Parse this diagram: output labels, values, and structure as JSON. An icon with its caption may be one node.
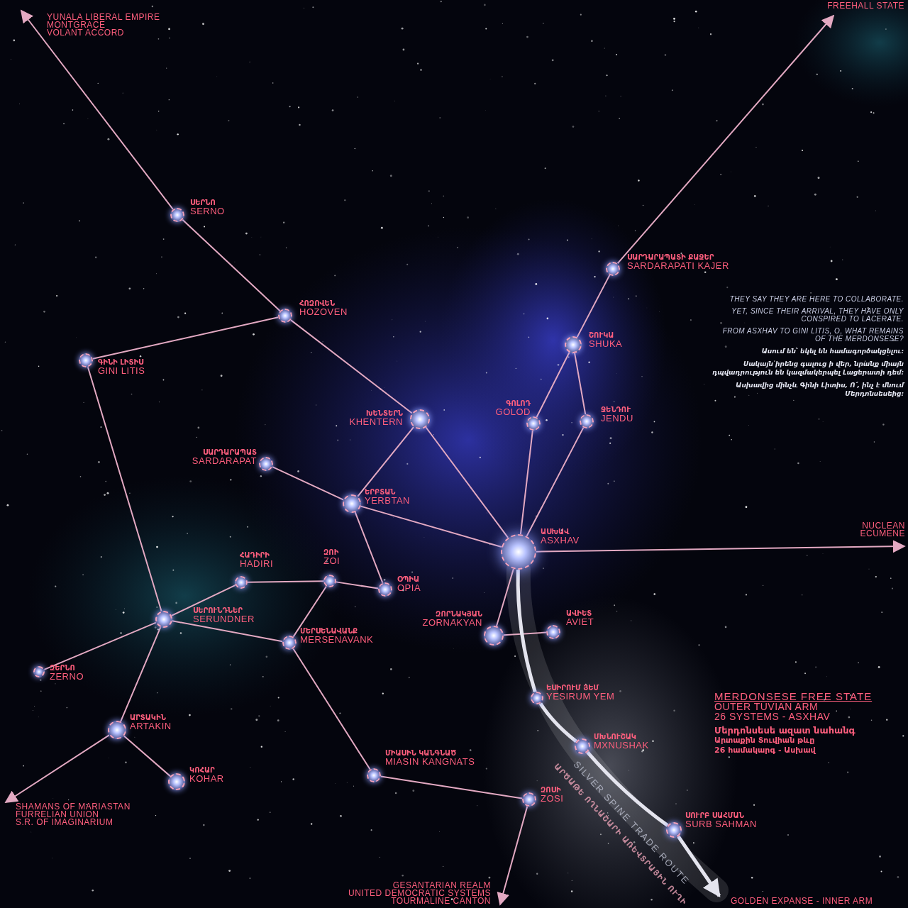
{
  "diagram": {
    "nodes": [
      {
        "text": [],
        "shape": "circle",
        "beside": [
          "ՍԵՐՆՈ",
          "SERNO"
        ]
      },
      {
        "text": [],
        "shape": "circle",
        "beside": [
          "ՀՈԶՈՎԵՆ",
          "HOZOVEN"
        ]
      },
      {
        "text": [],
        "shape": "circle",
        "beside": [
          "ԳԻՆԻ ԼԻՏԻՍ",
          "GINI LITIS"
        ]
      },
      {
        "text": [],
        "shape": "circle",
        "beside": [
          "ԽԵՆՏԵՐՆ",
          "KHENTERN"
        ]
      },
      {
        "text": [],
        "shape": "circle",
        "beside": [
          "ՍԱՐԴԱՐԱՊԱՏ",
          "SARDARAPAT"
        ]
      },
      {
        "text": [],
        "shape": "circle",
        "beside": [
          "ԵՐԲՏԱՆ",
          "YERBTAN"
        ]
      },
      {
        "text": [],
        "shape": "circle",
        "beside": [
          "ԱՍԽԱՎ",
          "ASXHAV"
        ]
      },
      {
        "text": [],
        "shape": "circle",
        "beside": [
          "ՍԱՐԴԱՐԱՊԱՏԻ ՔԱՋԵՐ",
          "SARDARAPATI KAJER"
        ]
      },
      {
        "text": [],
        "shape": "circle",
        "beside": [
          "ՇՈՒԿԱ",
          "SHUKA"
        ]
      },
      {
        "text": [],
        "shape": "circle",
        "beside": [
          "ԳՈԼՈԴ",
          "GOLOD"
        ]
      },
      {
        "text": [],
        "shape": "circle",
        "beside": [
          "ՋԵՆԴՈՒ",
          "JENDU"
        ]
      },
      {
        "text": [],
        "shape": "circle",
        "beside": [
          "ՀԱԴԻՐԻ",
          "HADIRI"
        ]
      },
      {
        "text": [],
        "shape": "circle",
        "beside": [
          "ԶՈԻ",
          "ZOI"
        ]
      },
      {
        "text": [],
        "shape": "circle",
        "beside": [
          "ՕՊԻԱ",
          "OPIA"
        ]
      },
      {
        "text": [],
        "shape": "circle",
        "beside": [
          "ՍԵՐՈՒՆԴՆԵՐ",
          "SERUNDNER"
        ]
      },
      {
        "text": [],
        "shape": "circle",
        "beside": [
          "ՄԵՐՍԵՆԱՎԱՆՔ",
          "MERSENAVANK"
        ]
      },
      {
        "text": [],
        "shape": "circle",
        "beside": [
          "ԶՈՐՆԱԿՅԱՆ",
          "ZORNAKYAN"
        ]
      },
      {
        "text": [],
        "shape": "circle",
        "beside": [
          "ԱՎԻԵՏ",
          "AVIET"
        ]
      },
      {
        "text": [],
        "shape": "circle",
        "beside": [
          "ԶԵՐՆՈ",
          "ZERNO"
        ]
      },
      {
        "text": [],
        "shape": "circle",
        "beside": [
          "ԱՐՏԱԿԻՆ",
          "ARTAKIN"
        ]
      },
      {
        "text": [],
        "shape": "circle",
        "beside": [
          "ԿՈՀԱՐ",
          "KOHAR"
        ]
      },
      {
        "text": [],
        "shape": "circle",
        "beside": [
          "ԵՍԻՐՈՒՄ ՅԵՄ",
          "YESIRUM YEM"
        ]
      },
      {
        "text": [],
        "shape": "circle",
        "beside": [
          "ՄԽՆՈՒՇԱԿ",
          "MXNUSHAK"
        ]
      },
      {
        "text": [],
        "shape": "circle",
        "beside": [
          "ՄԻԱՍԻՆ ԿԱՆԳՆԱԾ",
          "MIASIN KANGNATS"
        ]
      },
      {
        "text": [],
        "shape": "circle",
        "beside": [
          "ԶՈՍԻ",
          "ZOSI"
        ]
      },
      {
        "text": [],
        "shape": "circle",
        "beside": [
          "ՍՈՒՐԲ ՍԱՀՄԱՆ",
          "SURB SAHMAN"
        ]
      },
      {
        "text": [
          "YUNALA LIBERAL EMPIRE",
          "MONTGRACE",
          "VOLANT ACCORD"
        ]
      },
      {
        "text": [
          "FREEHALL STATE"
        ]
      },
      {
        "text": [
          "NUCLEAN",
          "ECUMENE"
        ]
      },
      {
        "text": [
          "SHAMANS OF MARIASTAN",
          "FURRELIAN UNION",
          "S.R. OF IMAGINARIUM"
        ]
      },
      {
        "text": [
          "GESANTARIAN REALM",
          "UNITED DEMOCRATIC SYSTEMS",
          "TOURMALINE CANTON"
        ]
      },
      {
        "text": [
          "GOLDEN EXPANSE - INNER ARM"
        ]
      }
    ],
    "edges": [
      {
        "from": 0,
        "to": 26,
        "arrow": "to"
      },
      {
        "from": 0,
        "to": 1,
        "arrow": "none"
      },
      {
        "from": 1,
        "to": 2,
        "arrow": "none"
      },
      {
        "from": 1,
        "to": 3,
        "arrow": "none"
      },
      {
        "from": 2,
        "to": 14,
        "arrow": "none"
      },
      {
        "from": 3,
        "to": 5,
        "arrow": "none"
      },
      {
        "from": 3,
        "to": 6,
        "arrow": "none"
      },
      {
        "from": 4,
        "to": 5,
        "arrow": "none"
      },
      {
        "from": 5,
        "to": 13,
        "arrow": "none"
      },
      {
        "from": 5,
        "to": 6,
        "arrow": "none"
      },
      {
        "from": 6,
        "to": 9,
        "arrow": "none"
      },
      {
        "from": 9,
        "to": 8,
        "arrow": "none"
      },
      {
        "from": 8,
        "to": 10,
        "arrow": "none"
      },
      {
        "from": 10,
        "to": 6,
        "arrow": "none"
      },
      {
        "from": 8,
        "to": 7,
        "arrow": "none"
      },
      {
        "from": 7,
        "to": 27,
        "arrow": "to"
      },
      {
        "from": 6,
        "to": 28,
        "arrow": "to"
      },
      {
        "from": 6,
        "to": 16,
        "arrow": "none"
      },
      {
        "from": 16,
        "to": 17,
        "arrow": "none"
      },
      {
        "from": 6,
        "to": 21,
        "arrow": "none",
        "style": "thick",
        "color": "#e4e4ee"
      },
      {
        "from": 21,
        "to": 22,
        "arrow": "none",
        "style": "thick",
        "color": "#e4e4ee"
      },
      {
        "from": 22,
        "to": 25,
        "arrow": "none",
        "style": "thick",
        "color": "#e4e4ee"
      },
      {
        "from": 25,
        "to": 31,
        "arrow": "to",
        "style": "thick",
        "color": "#e4e4ee"
      },
      {
        "from": 11,
        "to": 12,
        "arrow": "none"
      },
      {
        "from": 12,
        "to": 13,
        "arrow": "none"
      },
      {
        "from": 12,
        "to": 15,
        "arrow": "none"
      },
      {
        "from": 11,
        "to": 14,
        "arrow": "none"
      },
      {
        "from": 14,
        "to": 15,
        "arrow": "none"
      },
      {
        "from": 14,
        "to": 18,
        "arrow": "none"
      },
      {
        "from": 14,
        "to": 19,
        "arrow": "none"
      },
      {
        "from": 19,
        "to": 20,
        "arrow": "none"
      },
      {
        "from": 19,
        "to": 29,
        "arrow": "to"
      },
      {
        "from": 15,
        "to": 23,
        "arrow": "none"
      },
      {
        "from": 23,
        "to": 24,
        "arrow": "none"
      },
      {
        "from": 24,
        "to": 30,
        "arrow": "to"
      }
    ],
    "labels": [
      "THEY SAY THEY ARE HERE TO COLLABORATE.",
      "YET, SINCE THEIR ARRIVAL, THEY HAVE ONLY CONSPIRED TO LACERATE.",
      "FROM ASXHAV TO GINI LITIS, O, WHAT REMAINS OF THE MERDONSESE?",
      "Ասում են՝ եկել են համագործակցելու:",
      "Սակայն իրենց գալուց ի վեր, նրանք միայն դավադրություն են կազմակերպել Լացերատի դեմ:",
      "Ասխավից մինչև Գինի Լիտիս, Ո՛, ինչ է մնում Մերդոնսեսեից:",
      "MERDONSESE FREE STATE",
      "OUTER TUVIAN ARM",
      "26 SYSTEMS - ASXHAV",
      "Մերդոնսեսե ազատ նահանգ",
      "Արտաքին Տուվիան թևը",
      "26 համակարգ - Ասխավ",
      "SILVER SPINE TRADE ROUTE",
      "ԱՐԾԱԹԵ ՈՂՆԱՇԱՐԻ ԱՌԵՎՏՐԱՅԻՆ ՈՒՂԻ"
    ]
  }
}
